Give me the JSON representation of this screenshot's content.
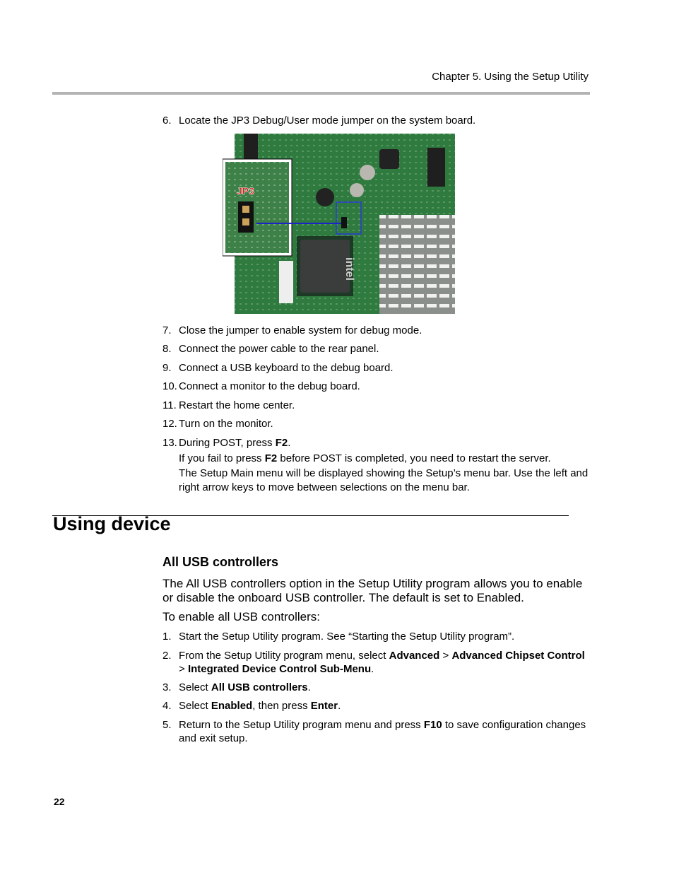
{
  "header": {
    "chapter": "Chapter 5. Using the Setup Utility"
  },
  "steps_a": [
    {
      "num": "6.",
      "text": "Locate the JP3 Debug/User mode jumper on the system board."
    }
  ],
  "figure": {
    "inset_label": "JP3",
    "chip_label": "intel",
    "colors": {
      "board": "#2f7a3e",
      "highlight": "#2b3bd6",
      "label": "#e01010"
    }
  },
  "steps_b": [
    {
      "num": "7.",
      "text": "Close the jumper to enable system for debug mode."
    },
    {
      "num": "8.",
      "text": "Connect the power cable to the rear panel."
    },
    {
      "num": "9.",
      "text": "Connect a USB keyboard to the debug board."
    },
    {
      "num": "10.",
      "text": "Connect a monitor to the debug board."
    },
    {
      "num": "11.",
      "text": "Restart the home center."
    },
    {
      "num": "12.",
      "text": "Turn on the monitor."
    },
    {
      "num": "13.",
      "t1": "During POST, press ",
      "b1": "F2",
      "t2": "."
    }
  ],
  "step13_notes": {
    "p1_a": "If you fail to press ",
    "p1_b": "F2",
    "p1_c": " before POST is completed, you need to restart the server.",
    "p2": "The Setup Main menu will be displayed showing the Setup’s menu bar. Use the left and right arrow keys to move between selections on the menu bar."
  },
  "section": {
    "title": "Using device",
    "subtitle": "All USB controllers",
    "intro": "The All USB controllers option in the Setup Utility program allows you to enable or disable the onboard USB controller. The default is set to Enabled.",
    "lead": "To enable all USB controllers:",
    "steps": [
      {
        "num": "1.",
        "t1": "Start the Setup Utility program. See “Starting the Setup Utility program”."
      },
      {
        "num": "2.",
        "t1": "From the Setup Utility program menu, select ",
        "b1": "Advanced",
        "t2": " > ",
        "b2": "Advanced Chipset Control",
        "t3": " > ",
        "b3": "Integrated Device Control Sub-Menu",
        "t4": "."
      },
      {
        "num": "3.",
        "t1": "Select ",
        "b1": "All USB controllers",
        "t2": "."
      },
      {
        "num": "4.",
        "t1": "Select ",
        "b1": "Enabled",
        "t2": ", then press ",
        "b2": "Enter",
        "t3": "."
      },
      {
        "num": "5.",
        "t1": "Return to the Setup Utility program menu and press ",
        "b1": "F10",
        "t2": " to save configuration changes and exit setup."
      }
    ]
  },
  "footer": {
    "page_number": "22"
  }
}
